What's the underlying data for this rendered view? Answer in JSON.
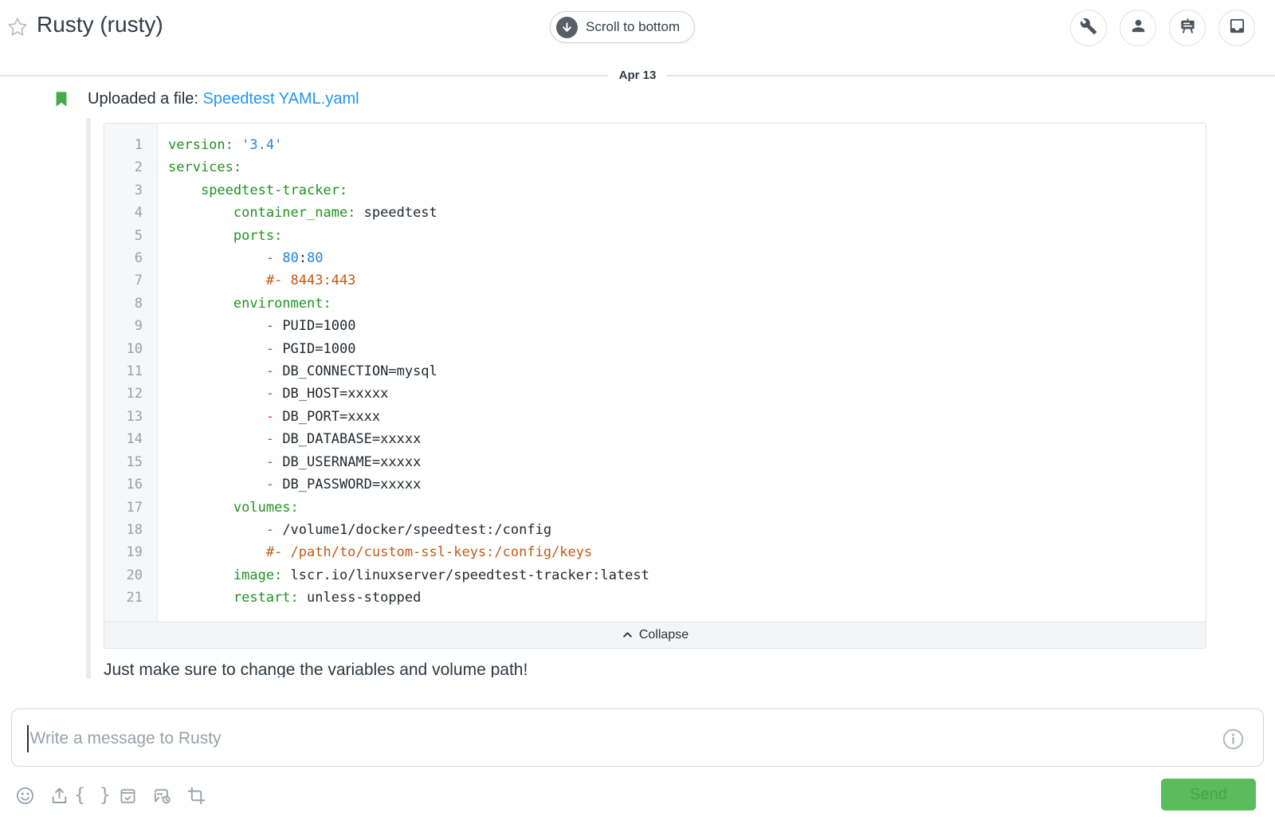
{
  "header": {
    "title": "Rusty (rusty)",
    "scroll_to_bottom": "Scroll to bottom",
    "icons": [
      "wrench-icon",
      "person-icon",
      "board-icon",
      "inbox-icon"
    ]
  },
  "date_divider": "Apr 13",
  "thread": {
    "upload_prefix": "Uploaded a file:",
    "file_name": "Speedtest YAML.yaml",
    "comment": "Just make sure to change the variables and volume path!"
  },
  "code_block": {
    "collapse_label": "Collapse",
    "lines": [
      {
        "n": 1,
        "segments": [
          [
            "key",
            "version:"
          ],
          [
            "plain",
            " "
          ],
          [
            "str",
            "'3.4'"
          ]
        ]
      },
      {
        "n": 2,
        "segments": [
          [
            "key",
            "services:"
          ]
        ]
      },
      {
        "n": 3,
        "segments": [
          [
            "plain",
            "    "
          ],
          [
            "key",
            "speedtest-tracker:"
          ]
        ]
      },
      {
        "n": 4,
        "segments": [
          [
            "plain",
            "        "
          ],
          [
            "key",
            "container_name:"
          ],
          [
            "plain",
            " speedtest"
          ]
        ]
      },
      {
        "n": 5,
        "segments": [
          [
            "plain",
            "        "
          ],
          [
            "key",
            "ports:"
          ]
        ]
      },
      {
        "n": 6,
        "segments": [
          [
            "plain",
            "            "
          ],
          [
            "dash",
            "-"
          ],
          [
            "plain",
            " "
          ],
          [
            "num",
            "80"
          ],
          [
            "plain",
            ":"
          ],
          [
            "num",
            "80"
          ]
        ]
      },
      {
        "n": 7,
        "segments": [
          [
            "plain",
            "            "
          ],
          [
            "comment",
            "#- 8443:443"
          ]
        ]
      },
      {
        "n": 8,
        "segments": [
          [
            "plain",
            "        "
          ],
          [
            "key",
            "environment:"
          ]
        ]
      },
      {
        "n": 9,
        "segments": [
          [
            "plain",
            "            "
          ],
          [
            "dash",
            "-"
          ],
          [
            "plain",
            " PUID=1000"
          ]
        ]
      },
      {
        "n": 10,
        "segments": [
          [
            "plain",
            "            "
          ],
          [
            "dash",
            "-"
          ],
          [
            "plain",
            " PGID=1000"
          ]
        ]
      },
      {
        "n": 11,
        "segments": [
          [
            "plain",
            "            "
          ],
          [
            "dash",
            "-"
          ],
          [
            "plain",
            " DB_CONNECTION=mysql"
          ]
        ]
      },
      {
        "n": 12,
        "segments": [
          [
            "plain",
            "            "
          ],
          [
            "dash",
            "-"
          ],
          [
            "plain",
            " DB_HOST=xxxxx"
          ]
        ]
      },
      {
        "n": 13,
        "segments": [
          [
            "plain",
            "            "
          ],
          [
            "dash",
            "-"
          ],
          [
            "plain",
            " DB_PORT=xxxx"
          ]
        ]
      },
      {
        "n": 14,
        "segments": [
          [
            "plain",
            "            "
          ],
          [
            "dash",
            "-"
          ],
          [
            "plain",
            " DB_DATABASE=xxxxx"
          ]
        ]
      },
      {
        "n": 15,
        "segments": [
          [
            "plain",
            "            "
          ],
          [
            "dash",
            "-"
          ],
          [
            "plain",
            " DB_USERNAME=xxxxx"
          ]
        ]
      },
      {
        "n": 16,
        "segments": [
          [
            "plain",
            "            "
          ],
          [
            "dash",
            "-"
          ],
          [
            "plain",
            " DB_PASSWORD=xxxxx"
          ]
        ]
      },
      {
        "n": 17,
        "segments": [
          [
            "plain",
            "        "
          ],
          [
            "key",
            "volumes:"
          ]
        ]
      },
      {
        "n": 18,
        "segments": [
          [
            "plain",
            "            "
          ],
          [
            "dash",
            "-"
          ],
          [
            "plain",
            " /volume1/docker/speedtest:/config"
          ]
        ]
      },
      {
        "n": 19,
        "segments": [
          [
            "plain",
            "            "
          ],
          [
            "comment",
            "#- /path/to/custom-ssl-keys:/config/keys"
          ]
        ]
      },
      {
        "n": 20,
        "segments": [
          [
            "plain",
            "        "
          ],
          [
            "key",
            "image:"
          ],
          [
            "plain",
            " lscr.io/linuxserver/speedtest-tracker:latest"
          ]
        ]
      },
      {
        "n": 21,
        "segments": [
          [
            "plain",
            "        "
          ],
          [
            "key",
            "restart:"
          ],
          [
            "plain",
            " unless-stopped"
          ]
        ]
      }
    ]
  },
  "composer": {
    "placeholder": "Write a message to Rusty",
    "send_label": "Send",
    "toolbar_icons": [
      "emoji-icon",
      "upload-icon",
      "code-icon",
      "task-icon",
      "scheduled-message-icon",
      "crop-icon"
    ]
  },
  "colors": {
    "link_blue": "#2196f3",
    "bookmark_green": "#41ad49",
    "send_green": "#5abc5a",
    "code_key_green": "#1f9320",
    "code_value_blue": "#2684d8",
    "code_dash_magenta": "#cf2fae",
    "code_comment_orange": "#bf5b16",
    "code_plain": "#24292e",
    "divider_gray": "#dfe5ea"
  }
}
